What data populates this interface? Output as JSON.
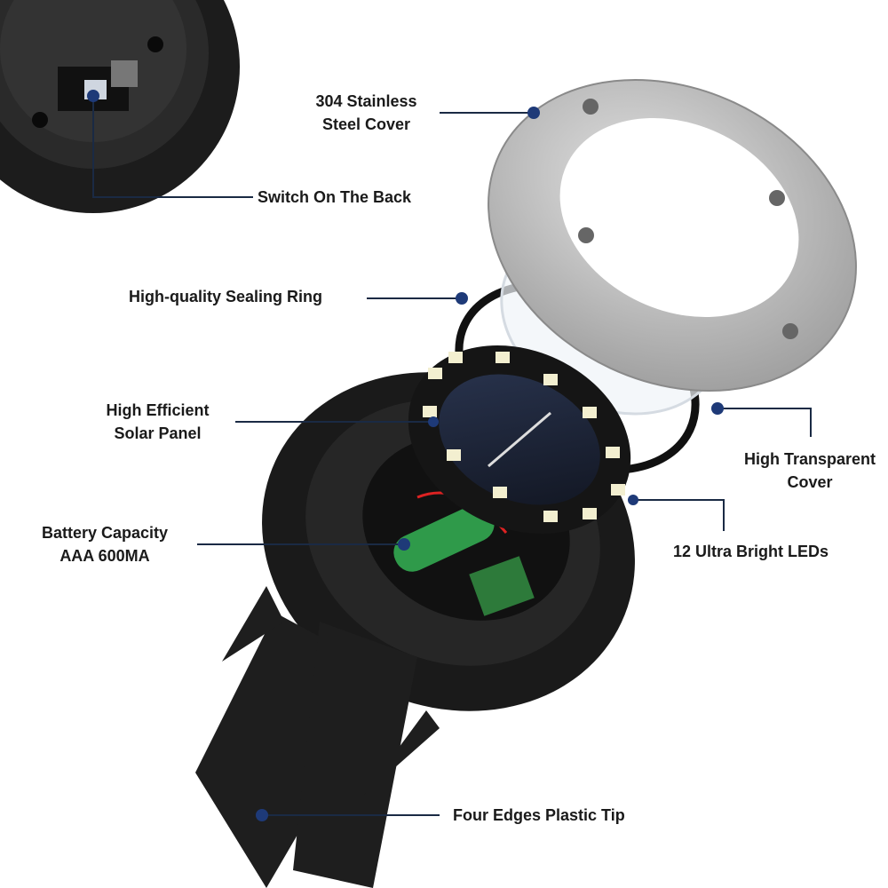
{
  "labels": {
    "steel_cover": [
      "304 Stainless",
      "Steel Cover"
    ],
    "switch": "Switch On The Back",
    "sealing_ring": "High-quality Sealing Ring",
    "solar_panel": [
      "High Efficient",
      "Solar Panel"
    ],
    "battery": [
      "Battery Capacity",
      "AAA 600MA"
    ],
    "transparent_cover": [
      "High Transparent",
      "Cover"
    ],
    "leds": "12 Ultra Bright LEDs",
    "tip": "Four Edges Plastic Tip"
  },
  "colors": {
    "leader_line": "#1a2a44",
    "leader_dot": "#1e3a78"
  }
}
